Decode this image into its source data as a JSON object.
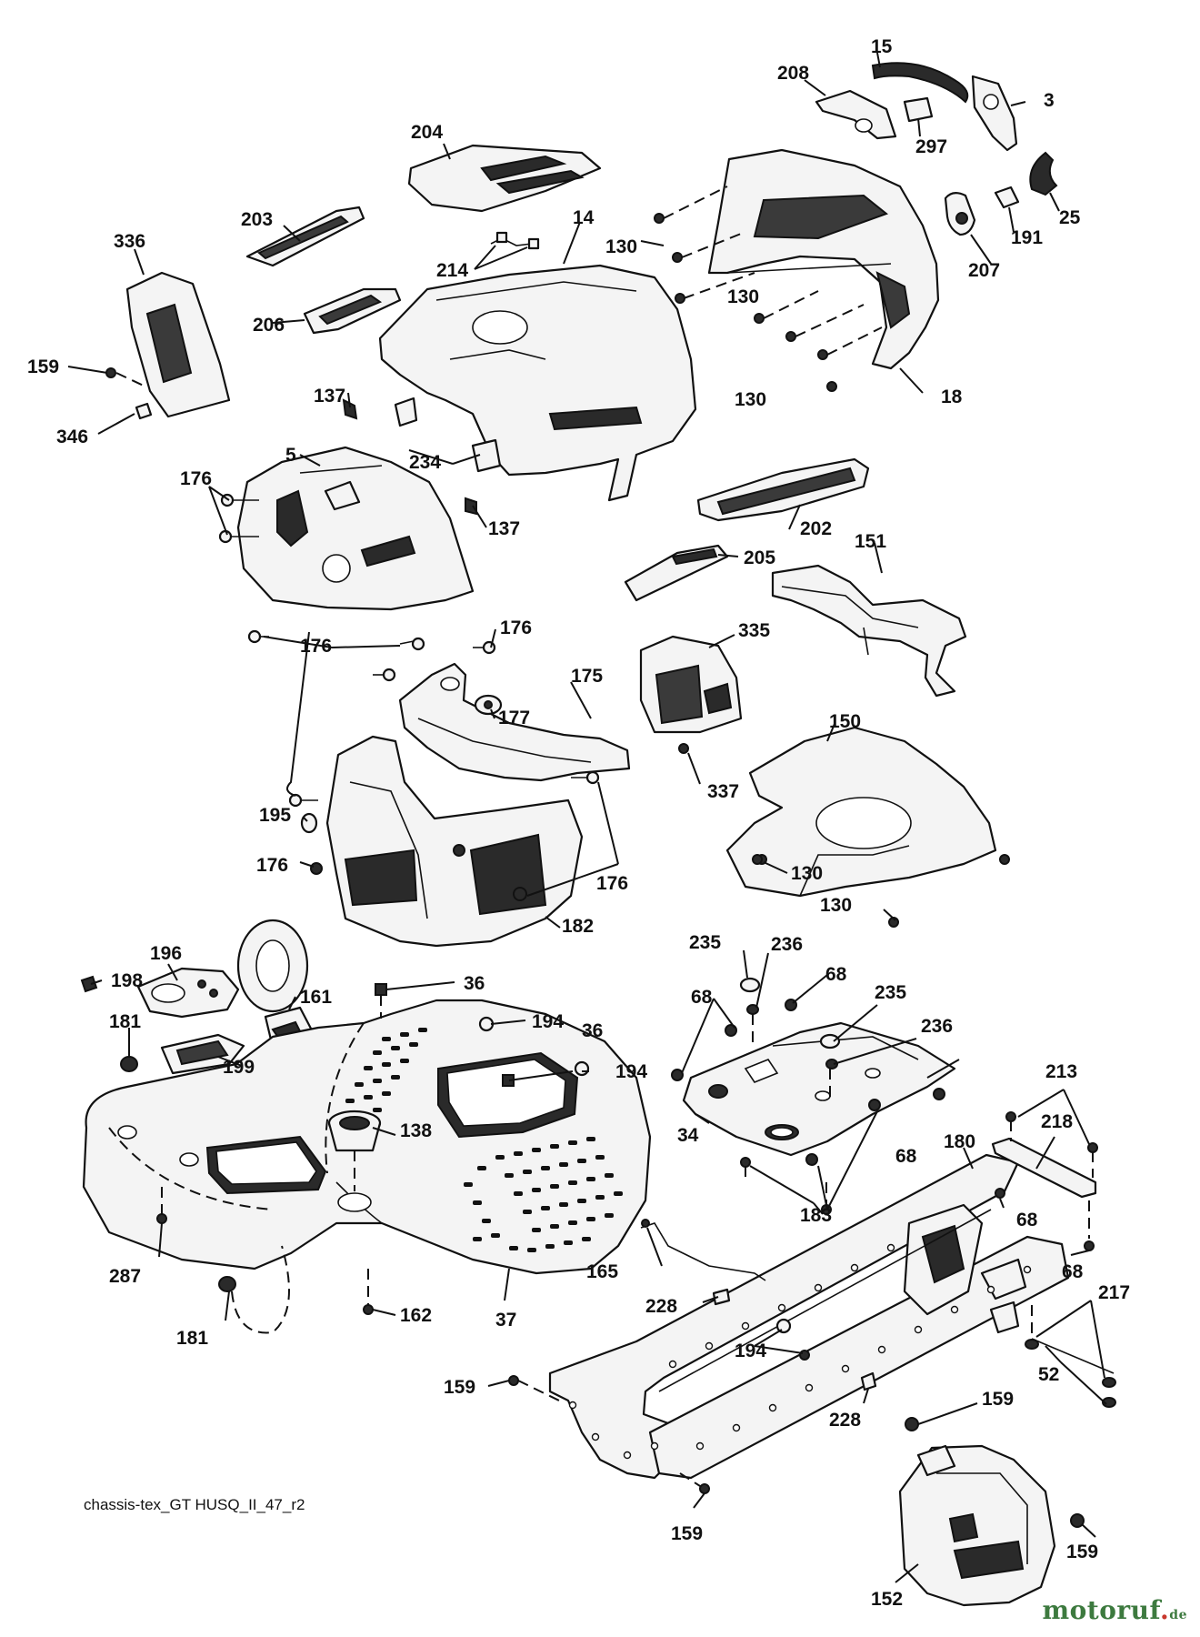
{
  "caption": "chassis-tex_GT HUSQ_II_47_r2",
  "brand": {
    "main": "motoruf",
    "dot": ".",
    "tld": "de"
  },
  "labels": {
    "p15": "15",
    "p208": "208",
    "p3": "3",
    "p297": "297",
    "p204": "204",
    "p25": "25",
    "p191": "191",
    "p207": "207",
    "p203": "203",
    "p14": "14",
    "p130a": "130",
    "p130b": "130",
    "p130c": "130",
    "p336": "336",
    "p214": "214",
    "p206": "206",
    "p18": "18",
    "p159a": "159",
    "p137a": "137",
    "p346": "346",
    "p5": "5",
    "p234": "234",
    "p176a": "176",
    "p137b": "137",
    "p202": "202",
    "p151": "151",
    "p205": "205",
    "p176b": "176",
    "p176c": "176",
    "p335": "335",
    "p175": "175",
    "p177": "177",
    "p150": "150",
    "p337": "337",
    "p195": "195",
    "p176d": "176",
    "p130d": "130",
    "p176e": "176",
    "p130e": "130",
    "p182": "182",
    "p196": "196",
    "p235a": "235",
    "p236a": "236",
    "p198": "198",
    "p36a": "36",
    "p68a": "68",
    "p68b": "68",
    "p235b": "235",
    "p161": "161",
    "p181a": "181",
    "p194a": "194",
    "p236b": "236",
    "p36b": "36",
    "p194b": "194",
    "p199": "199",
    "p213": "213",
    "p34": "34",
    "p138": "138",
    "p218": "218",
    "p180": "180",
    "p68c": "68",
    "p183": "183",
    "p68d": "68",
    "p165": "165",
    "p68e": "68",
    "p287": "287",
    "p217": "217",
    "p228a": "228",
    "p162": "162",
    "p37": "37",
    "p181b": "181",
    "p194c": "194",
    "p52": "52",
    "p159b": "159",
    "p228b": "228",
    "p159c": "159",
    "p159d": "159",
    "p159e": "159",
    "p152": "152"
  }
}
